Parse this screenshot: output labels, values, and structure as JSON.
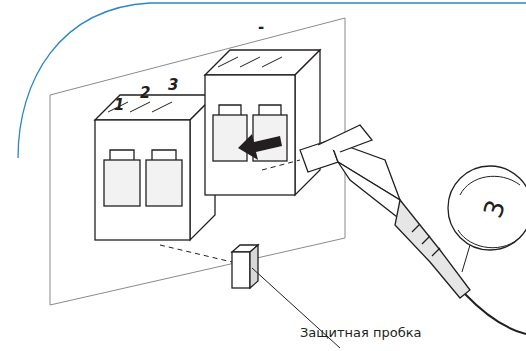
{
  "diagram": {
    "labels": [
      "1",
      "2",
      "3",
      "-",
      "3",
      "Защитная пробка"
    ]
  }
}
